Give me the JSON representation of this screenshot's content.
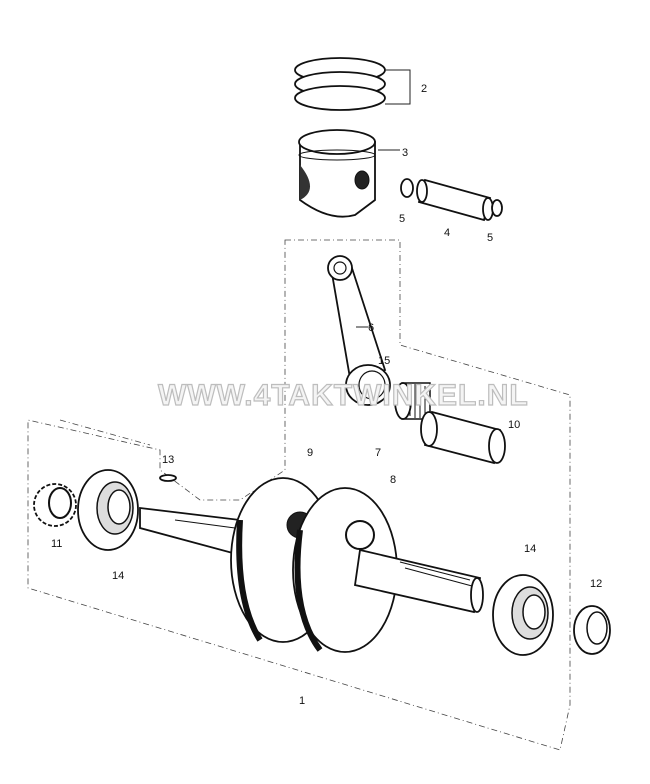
{
  "watermark": "WWW.4TAKTWINKEL.NL",
  "callouts": {
    "c1": "1",
    "c2": "2",
    "c3": "3",
    "c4": "4",
    "c5a": "5",
    "c5b": "5",
    "c6": "6",
    "c7": "7",
    "c8": "8",
    "c9": "9",
    "c10": "10",
    "c11": "11",
    "c12": "12",
    "c13": "13",
    "c14a": "14",
    "c14b": "14",
    "c15": "15"
  }
}
